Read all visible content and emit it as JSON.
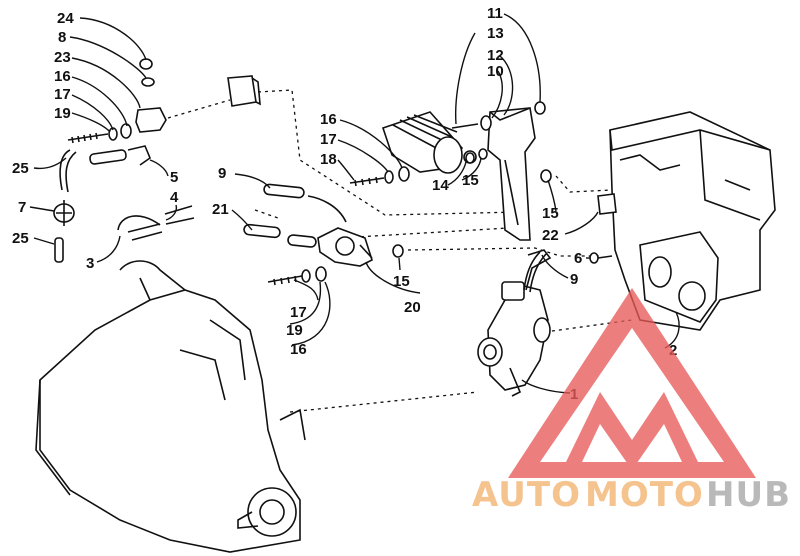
{
  "callouts": {
    "c24": "24",
    "c8": "8",
    "c23": "23",
    "c16a": "16",
    "c17a": "17",
    "c19a": "19",
    "c25a": "25",
    "c7": "7",
    "c25b": "25",
    "c3": "3",
    "c4": "4",
    "c5": "5",
    "c9a": "9",
    "c21": "21",
    "c16b": "16",
    "c17b": "17",
    "c18": "18",
    "c11": "11",
    "c13": "13",
    "c12": "12",
    "c10": "10",
    "c14": "14",
    "c15a": "15",
    "c15b": "15",
    "c22": "22",
    "c6": "6",
    "c9b": "9",
    "c15c": "15",
    "c20": "20",
    "c17c": "17",
    "c19b": "19",
    "c16c": "16",
    "c2": "2",
    "c1": "1"
  },
  "watermark": {
    "part1": "AUTO",
    "part2": "MOTO",
    "part3": "HUB",
    "triangle_color": "#e85a5a",
    "text_color_warm": "#f5c38e",
    "text_color_gray": "#b9b9b9"
  }
}
